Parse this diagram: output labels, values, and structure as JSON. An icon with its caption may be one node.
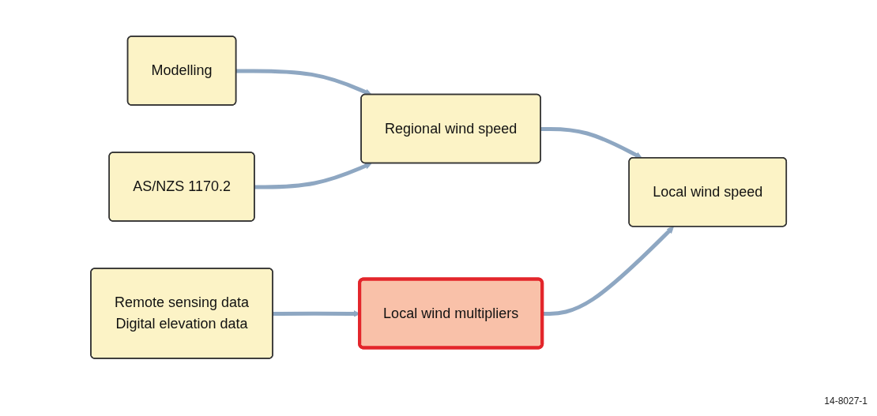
{
  "diagram": {
    "nodes": [
      {
        "text": [
          "Modelling"
        ]
      },
      {
        "text": [
          "AS/NZS 1170.2"
        ]
      },
      {
        "text": [
          "Regional wind speed"
        ]
      },
      {
        "text": [
          "Remote sensing data",
          "Digital elevation data"
        ]
      },
      {
        "text": [
          "Local wind multipliers"
        ]
      },
      {
        "text": [
          "Local wind speed"
        ]
      }
    ],
    "edges": [
      {
        "from": 0,
        "to": 2,
        "arrow": "to"
      },
      {
        "from": 1,
        "to": 2,
        "arrow": "to"
      },
      {
        "from": 3,
        "to": 4,
        "arrow": "to"
      },
      {
        "from": 2,
        "to": 5,
        "arrow": "to"
      },
      {
        "from": 4,
        "to": 5,
        "arrow": "to"
      }
    ],
    "labels": [
      "14-8027-1"
    ]
  }
}
